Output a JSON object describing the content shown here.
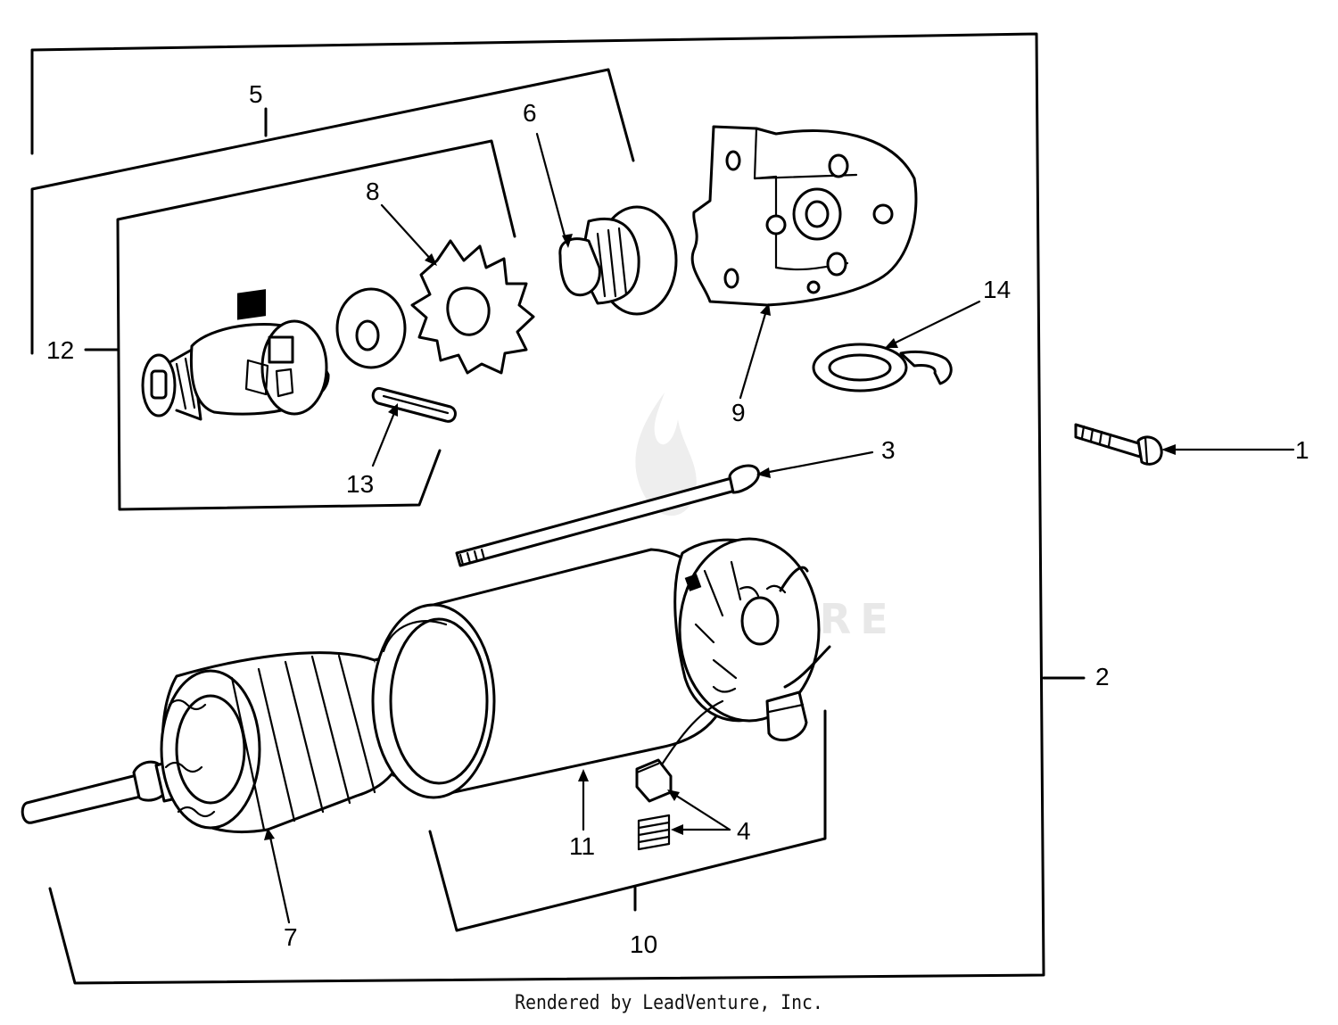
{
  "callouts": {
    "c1": "1",
    "c2": "2",
    "c3": "3",
    "c4": "4",
    "c5": "5",
    "c6": "6",
    "c7": "7",
    "c8": "8",
    "c9": "9",
    "c10": "10",
    "c11": "11",
    "c12": "12",
    "c13": "13",
    "c14": "14"
  },
  "watermark": "LEADVENTURE",
  "footer": "Rendered by LeadVenture, Inc."
}
